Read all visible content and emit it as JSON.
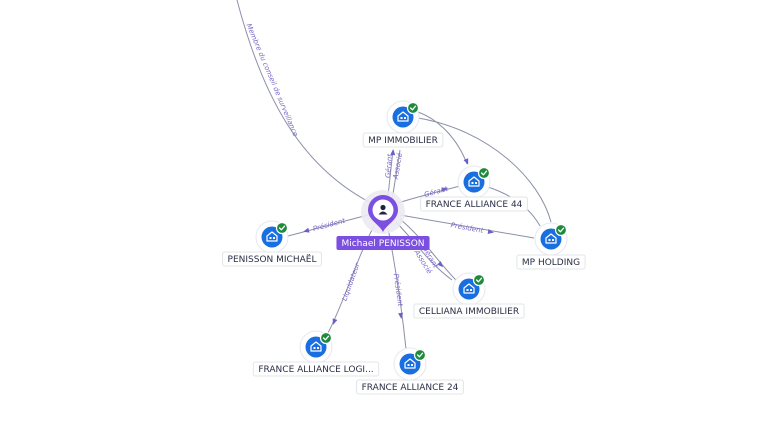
{
  "colors": {
    "company_fill": "#1a6fe0",
    "verified_badge": "#1e8a3c",
    "person_pin": "#7b4fe0",
    "edge": "#8a90a8",
    "edge_label": "#7b68c8"
  },
  "icons": {
    "company": "building-icon",
    "person": "person-icon",
    "verified": "check-badge-icon"
  },
  "center": {
    "id": "michael",
    "label": "Michael PENISSON",
    "type": "person"
  },
  "nodes": [
    {
      "id": "mp_immobilier",
      "label": "MP IMMOBILIER",
      "type": "company",
      "verified": true
    },
    {
      "id": "fa44",
      "label": "FRANCE ALLIANCE 44",
      "type": "company",
      "verified": true
    },
    {
      "id": "mp_holding",
      "label": "MP HOLDING",
      "type": "company",
      "verified": true
    },
    {
      "id": "penisson_michael",
      "label": "PENISSON MICHAËL",
      "type": "company",
      "verified": true
    },
    {
      "id": "celliana",
      "label": "CELLIANA IMMOBILIER",
      "type": "company",
      "verified": true
    },
    {
      "id": "fa_logi",
      "label": "FRANCE ALLIANCE LOGI...",
      "type": "company",
      "verified": true
    },
    {
      "id": "fa24",
      "label": "FRANCE ALLIANCE 24",
      "type": "company",
      "verified": true
    }
  ],
  "edges": [
    {
      "from": "offscreen",
      "to": "michael",
      "label": "Membre du conseil de surveillance"
    },
    {
      "from": "michael",
      "to": "mp_immobilier",
      "label": "Gérant"
    },
    {
      "from": "michael",
      "to": "mp_immobilier",
      "label": "Associé"
    },
    {
      "from": "michael",
      "to": "fa44",
      "label": "Gérant"
    },
    {
      "from": "michael",
      "to": "mp_holding",
      "label": "Président"
    },
    {
      "from": "michael",
      "to": "penisson_michael",
      "label": "Président"
    },
    {
      "from": "michael",
      "to": "celliana",
      "label": "Gérant"
    },
    {
      "from": "michael",
      "to": "celliana",
      "label": "Associé"
    },
    {
      "from": "michael",
      "to": "fa_logi",
      "label": "Liquidateur"
    },
    {
      "from": "michael",
      "to": "fa24",
      "label": "Président"
    },
    {
      "from": "mp_immobilier",
      "to": "fa44",
      "label": ""
    },
    {
      "from": "mp_immobilier",
      "to": "mp_holding",
      "label": ""
    },
    {
      "from": "fa44",
      "to": "mp_holding",
      "label": ""
    }
  ]
}
